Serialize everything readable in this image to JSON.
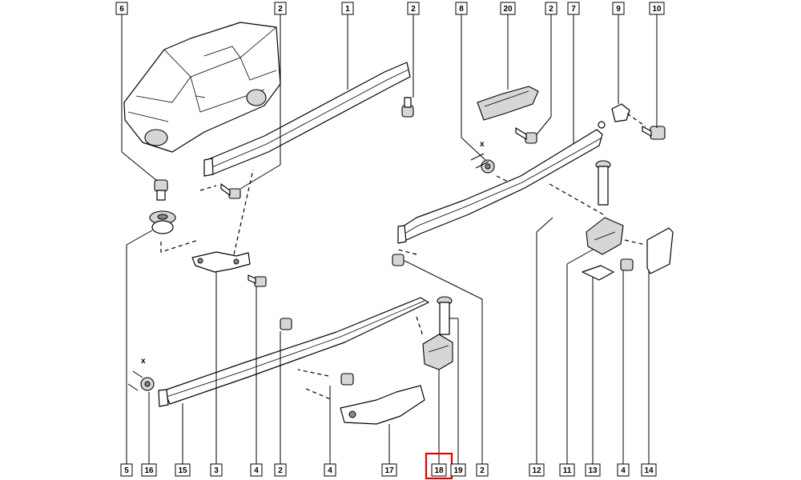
{
  "callouts": [
    {
      "id": "c-top-6",
      "label": "6"
    },
    {
      "id": "c-top-2a",
      "label": "2"
    },
    {
      "id": "c-top-1",
      "label": "1"
    },
    {
      "id": "c-top-2b",
      "label": "2"
    },
    {
      "id": "c-top-8",
      "label": "8"
    },
    {
      "id": "c-top-20",
      "label": "20"
    },
    {
      "id": "c-top-2c",
      "label": "2"
    },
    {
      "id": "c-top-7",
      "label": "7"
    },
    {
      "id": "c-top-9",
      "label": "9"
    },
    {
      "id": "c-top-10",
      "label": "10"
    },
    {
      "id": "c-bot-5",
      "label": "5"
    },
    {
      "id": "c-bot-16",
      "label": "16"
    },
    {
      "id": "c-bot-15",
      "label": "15"
    },
    {
      "id": "c-bot-3",
      "label": "3"
    },
    {
      "id": "c-bot-4a",
      "label": "4"
    },
    {
      "id": "c-bot-2a",
      "label": "2"
    },
    {
      "id": "c-bot-4b",
      "label": "4"
    },
    {
      "id": "c-bot-17",
      "label": "17"
    },
    {
      "id": "c-bot-18",
      "label": "18",
      "highlighted": true
    },
    {
      "id": "c-bot-19",
      "label": "19"
    },
    {
      "id": "c-bot-2b",
      "label": "2"
    },
    {
      "id": "c-bot-12",
      "label": "12"
    },
    {
      "id": "c-bot-11",
      "label": "11"
    },
    {
      "id": "c-bot-13",
      "label": "13"
    },
    {
      "id": "c-bot-4c",
      "label": "4"
    },
    {
      "id": "c-bot-14",
      "label": "14"
    }
  ],
  "dimension_marks": [
    {
      "id": "x-mark-right",
      "label": "x"
    },
    {
      "id": "x-mark-left",
      "label": "x"
    }
  ],
  "colors": {
    "line": "#000000",
    "highlight": "#e00000",
    "background": "#ffffff"
  }
}
